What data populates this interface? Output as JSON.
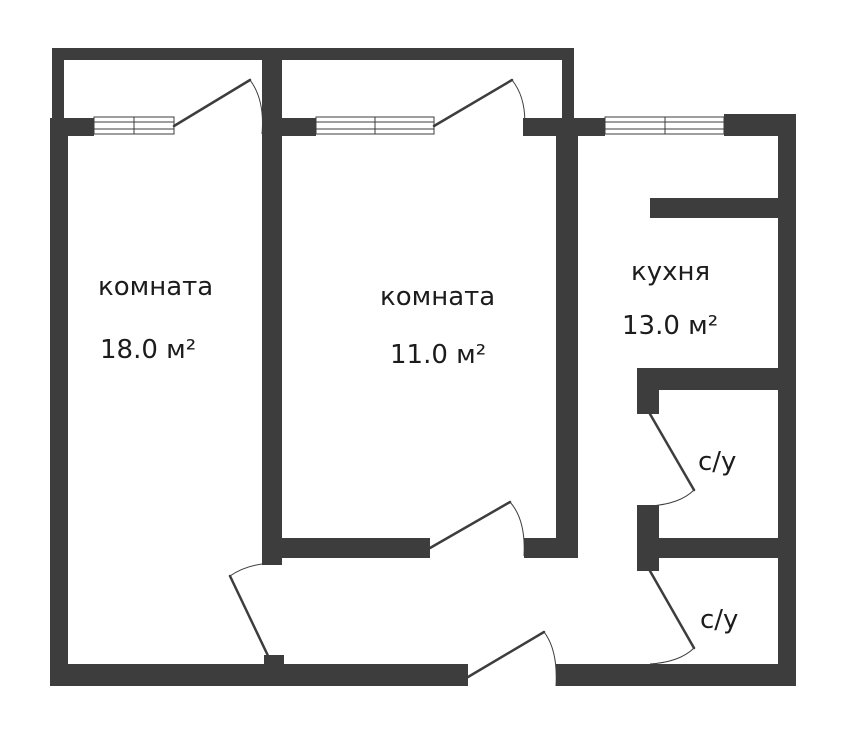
{
  "rooms": [
    {
      "name": "комната",
      "area": "18.0 м²"
    },
    {
      "name": "комната",
      "area": "11.0 м²"
    },
    {
      "name": "кухня",
      "area": "13.0 м²"
    },
    {
      "name": "с/у"
    },
    {
      "name": "с/у"
    }
  ],
  "colors": {
    "wall": "#3d3d3d",
    "background": "#ffffff",
    "text": "#1c1c1c"
  }
}
